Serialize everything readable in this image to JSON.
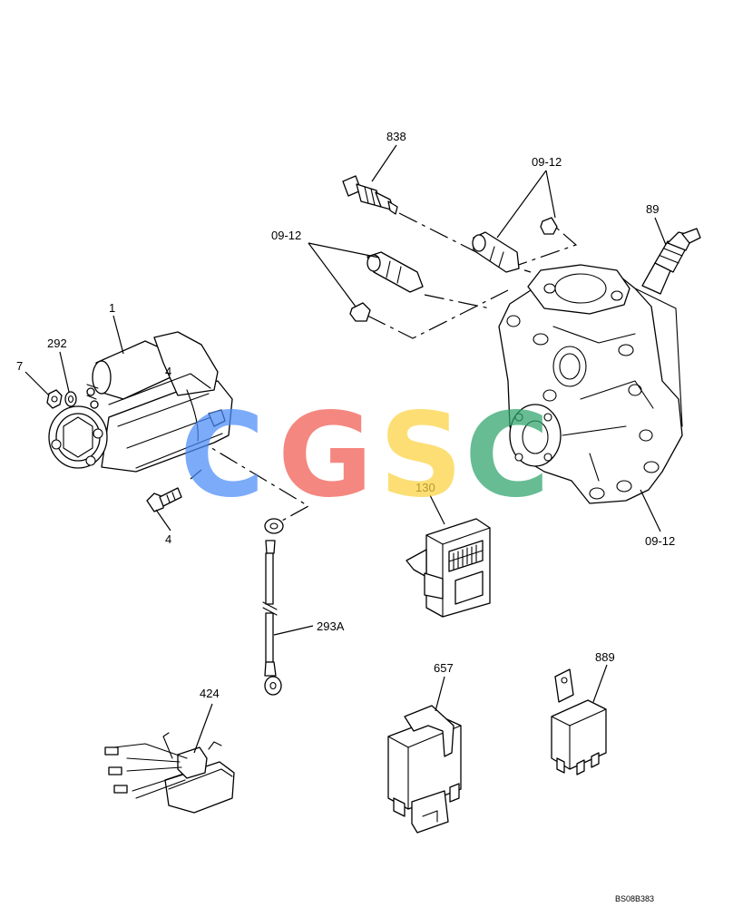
{
  "callouts": {
    "c838": "838",
    "c0912_top": "09-12",
    "c89": "89",
    "c0912_left": "09-12",
    "c1": "1",
    "c292": "292",
    "c7": "7",
    "c4_upper": "4",
    "c4_lower": "4",
    "c130": "130",
    "c0912_right": "09-12",
    "c293A": "293A",
    "c424": "424",
    "c657": "657",
    "c889": "889"
  },
  "drawing_number": "BS08B383",
  "watermark": {
    "letters": [
      "C",
      "G",
      "S",
      "C"
    ],
    "colors": [
      "#4a8cf7",
      "#f05a4f",
      "#fbd240",
      "#2ea36a"
    ]
  }
}
